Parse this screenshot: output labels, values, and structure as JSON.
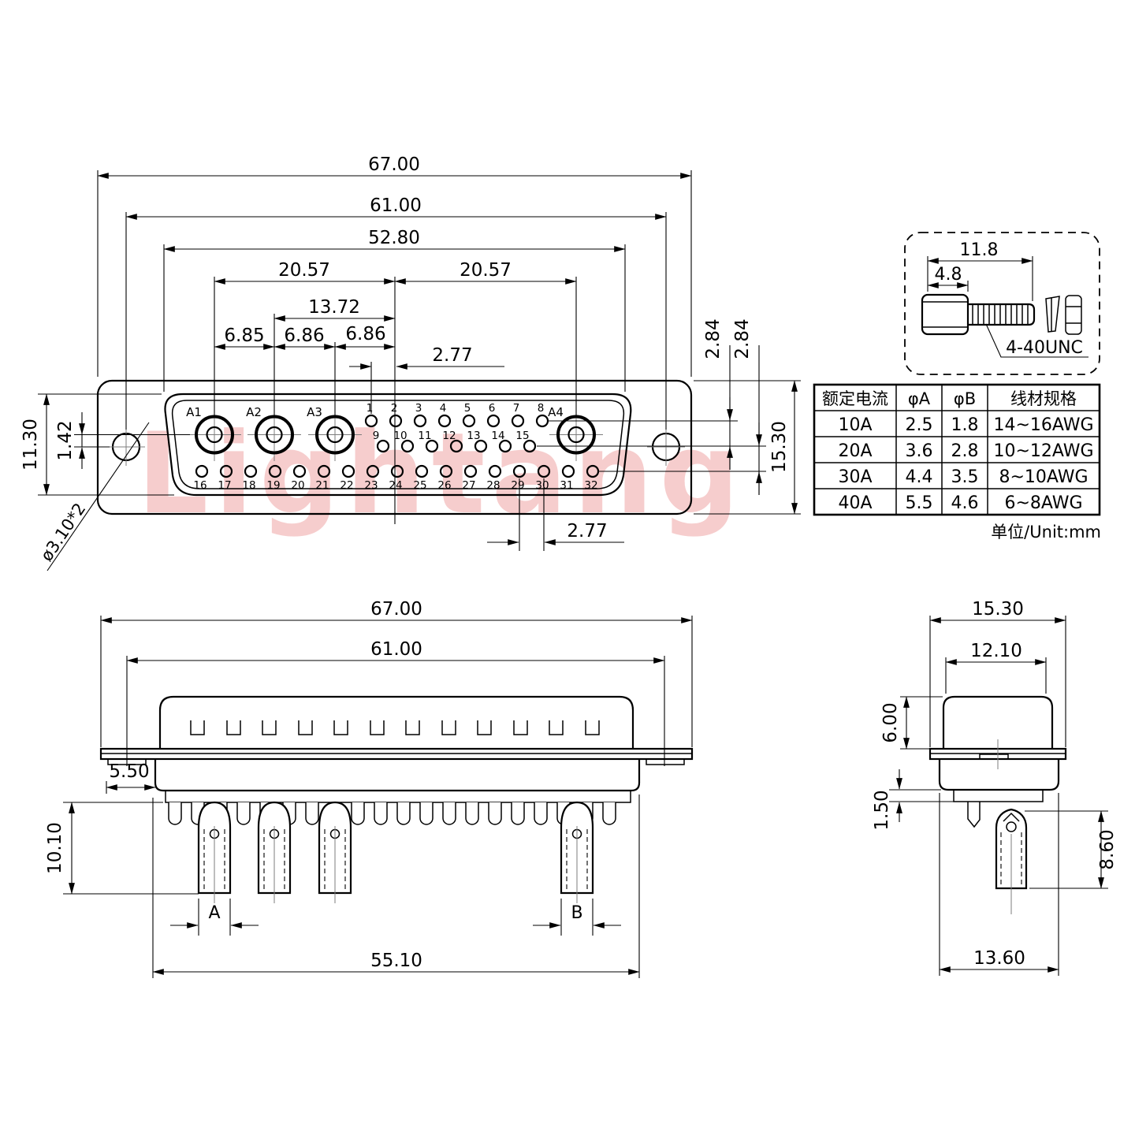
{
  "watermark": {
    "text": "Lightang",
    "color": "#f6cdcd"
  },
  "colors": {
    "line": "#000000",
    "background": "#ffffff",
    "watermark_pink": "#f6cdcd"
  },
  "front_view": {
    "dims": {
      "d_overall": "67.00",
      "d_holes": "61.00",
      "d_face": "52.80",
      "d_left": "20.57",
      "d_right": "20.57",
      "d_a2": "13.72",
      "d_s1": "6.85",
      "d_s2": "6.86",
      "d_s3": "6.86",
      "d_pp_top": "2.77",
      "d_pp_bot": "2.77",
      "d_row1": "2.84",
      "d_row2": "2.84",
      "d_flange_h": "15.30",
      "d_face_h": "11.30",
      "d_offset": "1.42",
      "d_hole": "ø3.10*2"
    },
    "big_pins": [
      "A1",
      "A2",
      "A3",
      "A4"
    ],
    "pins_row1": [
      "1",
      "2",
      "3",
      "4",
      "5",
      "6",
      "7",
      "8"
    ],
    "pins_row2": [
      "9",
      "10",
      "11",
      "12",
      "13",
      "14",
      "15"
    ],
    "pins_row3": [
      "16",
      "17",
      "18",
      "19",
      "20",
      "21",
      "22",
      "23",
      "24",
      "25",
      "26",
      "27",
      "28",
      "29",
      "30",
      "31",
      "32"
    ]
  },
  "screw_detail": {
    "dims": {
      "d_total": "11.8",
      "d_head": "4.8"
    },
    "thread": "4-40UNC"
  },
  "spec_table": {
    "headers": [
      "额定电流",
      "φA",
      "φB",
      "线材规格"
    ],
    "rows": [
      [
        "10A",
        "2.5",
        "1.8",
        "14~16AWG"
      ],
      [
        "20A",
        "3.6",
        "2.8",
        "10~12AWG"
      ],
      [
        "30A",
        "4.4",
        "3.5",
        "8~10AWG"
      ],
      [
        "40A",
        "5.5",
        "4.6",
        "6~8AWG"
      ]
    ],
    "unit_note": "单位/Unit:mm"
  },
  "bottom_view": {
    "dims": {
      "d_overall": "67.00",
      "d_holes": "61.00",
      "d_edge": "5.50",
      "d_pin": "10.10",
      "label_a": "A",
      "label_b": "B",
      "d_span": "55.10"
    }
  },
  "side_view": {
    "dims": {
      "d_flange_w": "15.30",
      "d_shell_w": "12.10",
      "d_shell_h": "6.00",
      "d_lip": "1.50",
      "d_tail": "8.60",
      "d_body_w": "13.60"
    }
  }
}
